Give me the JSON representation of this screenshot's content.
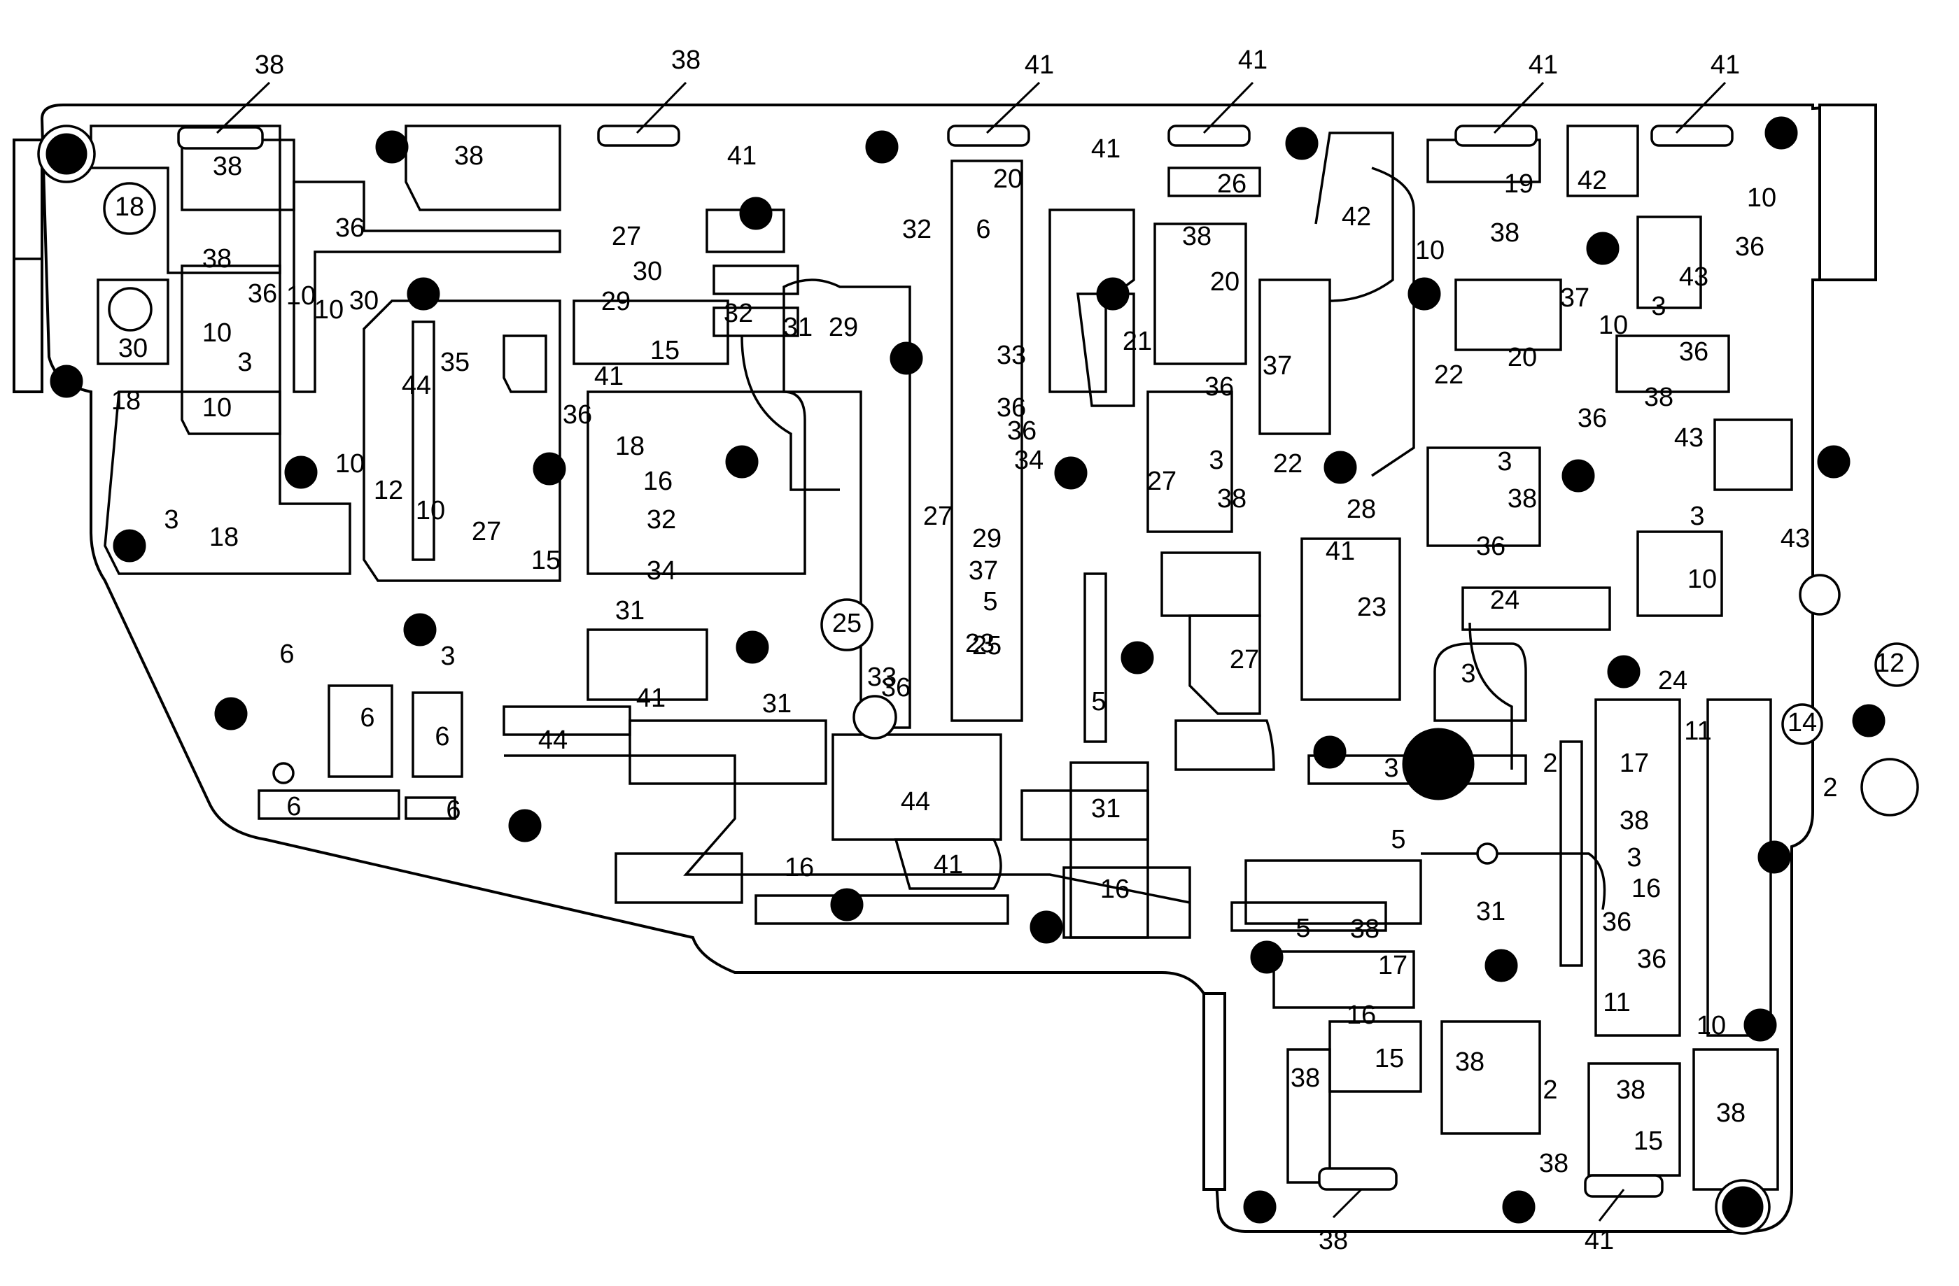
{
  "diagram": {
    "callouts": [
      "38",
      "38",
      "41",
      "41",
      "41",
      "41",
      "38",
      "41"
    ],
    "labels": [
      "38",
      "10",
      "38",
      "18",
      "36",
      "38",
      "30",
      "36",
      "10",
      "10",
      "3",
      "10",
      "30",
      "18",
      "35",
      "27",
      "30",
      "29",
      "15",
      "41",
      "36",
      "18",
      "16",
      "32",
      "34",
      "31",
      "41",
      "41",
      "32",
      "31",
      "29",
      "32",
      "6",
      "36",
      "33",
      "36",
      "34",
      "27",
      "29",
      "37",
      "5",
      "23",
      "25",
      "36",
      "25",
      "33",
      "31",
      "20",
      "41",
      "26",
      "38",
      "20",
      "21",
      "36",
      "37",
      "3",
      "27",
      "38",
      "22",
      "28",
      "41",
      "23",
      "27",
      "42",
      "10",
      "19",
      "38",
      "37",
      "20",
      "22",
      "3",
      "38",
      "36",
      "24",
      "42",
      "10",
      "36",
      "43",
      "3",
      "10",
      "36",
      "38",
      "43",
      "36",
      "3",
      "10",
      "24",
      "43",
      "12",
      "14",
      "2",
      "44",
      "12",
      "10",
      "27",
      "15",
      "3",
      "6",
      "6",
      "6",
      "6",
      "6",
      "3",
      "18",
      "10",
      "44",
      "44",
      "16",
      "41",
      "31",
      "16",
      "5",
      "5",
      "3",
      "3",
      "2",
      "17",
      "38",
      "3",
      "16",
      "36",
      "36",
      "11",
      "11",
      "10",
      "5",
      "38",
      "17",
      "16",
      "15",
      "38",
      "38",
      "2",
      "38",
      "15",
      "38",
      "38",
      "31"
    ]
  }
}
